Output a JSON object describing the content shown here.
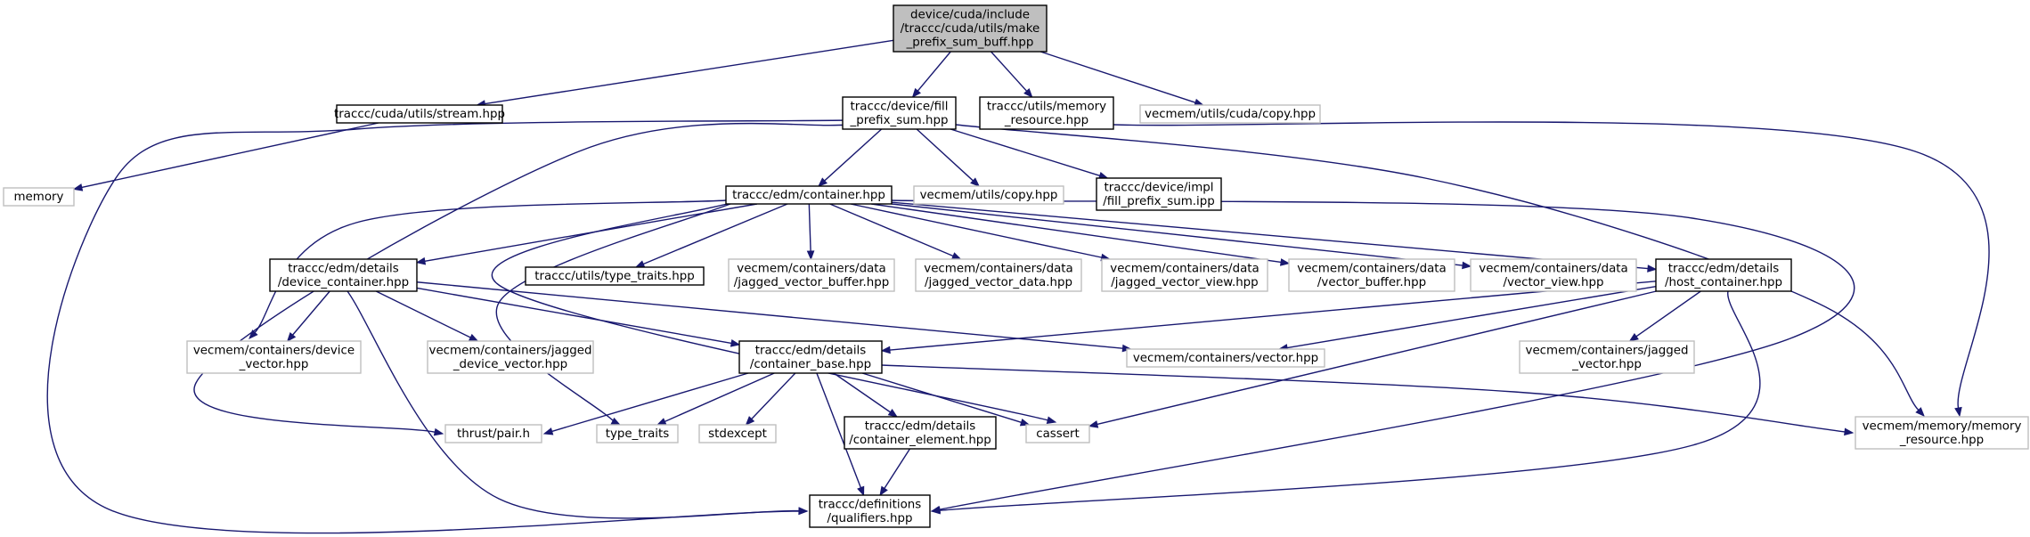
{
  "colors": {
    "edge": "#191970",
    "root_fill": "#bfbfbf",
    "box_border": "#000000",
    "external_border": "#bfbfbf",
    "fill": "#ffffff"
  },
  "nodes": [
    {
      "id": "root",
      "kind": "root",
      "lines": [
        "device/cuda/include",
        "/traccc/cuda/utils/make",
        "_prefix_sum_buff.hpp"
      ]
    },
    {
      "id": "stream",
      "kind": "doc",
      "lines": [
        "traccc/cuda/utils/stream.hpp"
      ]
    },
    {
      "id": "fill_prefix_sum",
      "kind": "doc",
      "lines": [
        "traccc/device/fill",
        "_prefix_sum.hpp"
      ]
    },
    {
      "id": "memory_resource",
      "kind": "doc",
      "lines": [
        "traccc/utils/memory",
        "_resource.hpp"
      ]
    },
    {
      "id": "cuda_copy",
      "kind": "ext",
      "lines": [
        "vecmem/utils/cuda/copy.hpp"
      ]
    },
    {
      "id": "memory",
      "kind": "ext",
      "lines": [
        "memory"
      ]
    },
    {
      "id": "container",
      "kind": "doc",
      "lines": [
        "traccc/edm/container.hpp"
      ]
    },
    {
      "id": "utils_copy",
      "kind": "ext",
      "lines": [
        "vecmem/utils/copy.hpp"
      ]
    },
    {
      "id": "fill_ipp",
      "kind": "doc",
      "lines": [
        "traccc/device/impl",
        "/fill_prefix_sum.ipp"
      ]
    },
    {
      "id": "device_container",
      "kind": "doc",
      "lines": [
        "traccc/edm/details",
        "/device_container.hpp"
      ]
    },
    {
      "id": "type_traits_hpp",
      "kind": "doc",
      "lines": [
        "traccc/utils/type_traits.hpp"
      ]
    },
    {
      "id": "jv_buffer",
      "kind": "ext",
      "lines": [
        "vecmem/containers/data",
        "/jagged_vector_buffer.hpp"
      ]
    },
    {
      "id": "jv_data",
      "kind": "ext",
      "lines": [
        "vecmem/containers/data",
        "/jagged_vector_data.hpp"
      ]
    },
    {
      "id": "jv_view",
      "kind": "ext",
      "lines": [
        "vecmem/containers/data",
        "/jagged_vector_view.hpp"
      ]
    },
    {
      "id": "v_buffer",
      "kind": "ext",
      "lines": [
        "vecmem/containers/data",
        "/vector_buffer.hpp"
      ]
    },
    {
      "id": "v_view",
      "kind": "ext",
      "lines": [
        "vecmem/containers/data",
        "/vector_view.hpp"
      ]
    },
    {
      "id": "host_container",
      "kind": "doc",
      "lines": [
        "traccc/edm/details",
        "/host_container.hpp"
      ]
    },
    {
      "id": "device_vector",
      "kind": "ext",
      "lines": [
        "vecmem/containers/device",
        "_vector.hpp"
      ]
    },
    {
      "id": "jagged_device_vector",
      "kind": "ext",
      "lines": [
        "vecmem/containers/jagged",
        "_device_vector.hpp"
      ]
    },
    {
      "id": "container_base",
      "kind": "doc",
      "lines": [
        "traccc/edm/details",
        "/container_base.hpp"
      ]
    },
    {
      "id": "vector_hpp",
      "kind": "ext",
      "lines": [
        "vecmem/containers/vector.hpp"
      ]
    },
    {
      "id": "jagged_vector",
      "kind": "ext",
      "lines": [
        "vecmem/containers/jagged",
        "_vector.hpp"
      ]
    },
    {
      "id": "thrust_pair",
      "kind": "ext",
      "lines": [
        "thrust/pair.h"
      ]
    },
    {
      "id": "type_traits",
      "kind": "ext",
      "lines": [
        "type_traits"
      ]
    },
    {
      "id": "stdexcept",
      "kind": "ext",
      "lines": [
        "stdexcept"
      ]
    },
    {
      "id": "container_element",
      "kind": "doc",
      "lines": [
        "traccc/edm/details",
        "/container_element.hpp"
      ]
    },
    {
      "id": "cassert",
      "kind": "ext",
      "lines": [
        "cassert"
      ]
    },
    {
      "id": "memory_memory_resource",
      "kind": "ext",
      "lines": [
        "vecmem/memory/memory",
        "_resource.hpp"
      ]
    },
    {
      "id": "qualifiers",
      "kind": "doc",
      "lines": [
        "traccc/definitions",
        "/qualifiers.hpp"
      ]
    }
  ],
  "edges": [
    [
      "root",
      "stream"
    ],
    [
      "root",
      "fill_prefix_sum"
    ],
    [
      "root",
      "memory_resource"
    ],
    [
      "root",
      "cuda_copy"
    ],
    [
      "stream",
      "memory"
    ],
    [
      "memory_resource",
      "memory_memory_resource"
    ],
    [
      "fill_prefix_sum",
      "container"
    ],
    [
      "fill_prefix_sum",
      "utils_copy"
    ],
    [
      "fill_prefix_sum",
      "fill_ipp"
    ],
    [
      "fill_prefix_sum",
      "thrust_pair"
    ],
    [
      "fill_prefix_sum",
      "qualifiers"
    ],
    [
      "fill_prefix_sum",
      "memory_memory_resource"
    ],
    [
      "container",
      "device_container"
    ],
    [
      "container",
      "type_traits_hpp"
    ],
    [
      "container",
      "jv_buffer"
    ],
    [
      "container",
      "jv_data"
    ],
    [
      "container",
      "jv_view"
    ],
    [
      "container",
      "v_buffer"
    ],
    [
      "container",
      "v_view"
    ],
    [
      "container",
      "host_container"
    ],
    [
      "container",
      "device_vector"
    ],
    [
      "container",
      "type_traits"
    ],
    [
      "container",
      "cassert"
    ],
    [
      "container",
      "qualifiers"
    ],
    [
      "device_container",
      "device_vector"
    ],
    [
      "device_container",
      "jagged_device_vector"
    ],
    [
      "device_container",
      "container_base"
    ],
    [
      "device_container",
      "vector_hpp"
    ],
    [
      "device_container",
      "qualifiers"
    ],
    [
      "host_container",
      "container_base"
    ],
    [
      "host_container",
      "vector_hpp"
    ],
    [
      "host_container",
      "jagged_vector"
    ],
    [
      "host_container",
      "cassert"
    ],
    [
      "host_container",
      "qualifiers"
    ],
    [
      "container_base",
      "thrust_pair"
    ],
    [
      "container_base",
      "type_traits"
    ],
    [
      "container_base",
      "stdexcept"
    ],
    [
      "container_base",
      "container_element"
    ],
    [
      "container_base",
      "cassert"
    ],
    [
      "container_base",
      "qualifiers"
    ],
    [
      "container_base",
      "memory_memory_resource"
    ],
    [
      "container_element",
      "qualifiers"
    ]
  ]
}
